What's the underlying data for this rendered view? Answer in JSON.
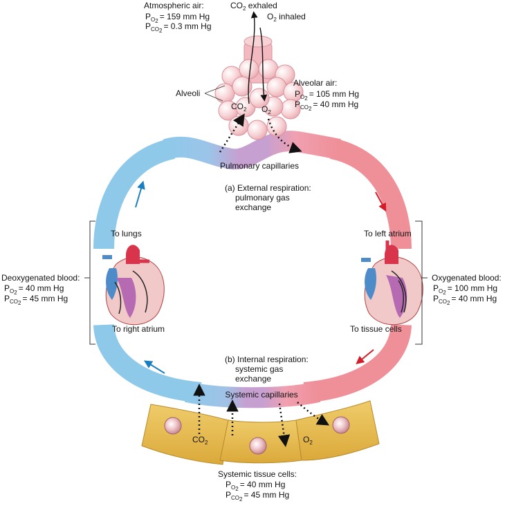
{
  "atmospheric": {
    "title": "Atmospheric air:",
    "po2": "= 159 mm Hg",
    "pco2": "= 0.3 mm Hg"
  },
  "exhaled": {
    "pre": "CO",
    "sub": "2",
    "post": " exhaled"
  },
  "inhaled": {
    "pre": "O",
    "sub": "2",
    "post": " inhaled"
  },
  "alveoli_label": "Alveoli",
  "alveolar": {
    "title": "Alveolar air:",
    "po2": "= 105 mm Hg",
    "pco2": "= 40 mm Hg"
  },
  "alveolus_co2": {
    "pre": "CO",
    "sub": "2"
  },
  "alveolus_o2": {
    "pre": "O",
    "sub": "2"
  },
  "pulmonary_capillaries": "Pulmonary capillaries",
  "external": {
    "line1": "(a) External respiration:",
    "line2": "pulmonary gas",
    "line3": "exchange"
  },
  "to_lungs": "To lungs",
  "to_left_atrium": "To left atrium",
  "to_right_atrium": "To right atrium",
  "to_tissue_cells": "To tissue cells",
  "deoxygenated": {
    "title": "Deoxygenated blood:",
    "po2": "= 40 mm Hg",
    "pco2": "= 45 mm Hg"
  },
  "oxygenated": {
    "title": "Oxygenated blood:",
    "po2": "= 100 mm Hg",
    "pco2": "= 40 mm Hg"
  },
  "internal": {
    "line1": "(b) Internal respiration:",
    "line2": "systemic gas",
    "line3": "exchange"
  },
  "systemic_capillaries": "Systemic capillaries",
  "tissue_co2": {
    "pre": "CO",
    "sub": "2"
  },
  "tissue_o2": {
    "pre": "O",
    "sub": "2"
  },
  "tissue": {
    "title": "Systemic tissue cells:",
    "po2": "= 40 mm Hg",
    "pco2": "= 45 mm Hg"
  },
  "p": "P",
  "o2_sub": "O",
  "co2_sub": "CO",
  "two": "2",
  "colors": {
    "deoxy_blue": "#8ec9ea",
    "oxy_red": "#ef8f98",
    "capillary_purple": "#c6a0d0",
    "tissue_gold": "#e6b94a",
    "alveoli_pink": "#f7d3d6",
    "arrow_blue": "#1a7fc0",
    "arrow_red": "#d21d2a"
  }
}
